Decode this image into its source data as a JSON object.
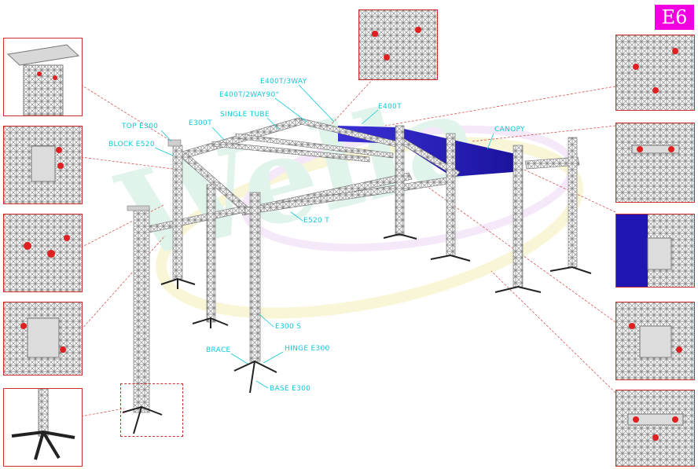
{
  "badge": "E6",
  "watermark": "Wella",
  "labels": {
    "e400t_3way": "E400T/3WAY",
    "e400t_2way90": "E400T/2WAY90°",
    "e400t": "E400T",
    "single_tube": "SINGLE TUBE",
    "e300t": "E300T",
    "top_e300": "TOP E300",
    "block_e520": "BLOCK E520",
    "canopy": "CANOPY",
    "e520t": "E520 T",
    "e300s": "E300 S",
    "brace": "BRACE",
    "hinge_e300": "HINGE E300",
    "base_e300": "BASE E300"
  },
  "colors": {
    "label": "#10c8d8",
    "badge": "#f000e0",
    "canopy": "#1f16b4",
    "frame": "#c83030",
    "accent_red": "#e02020",
    "truss": "#8a8a8a"
  }
}
